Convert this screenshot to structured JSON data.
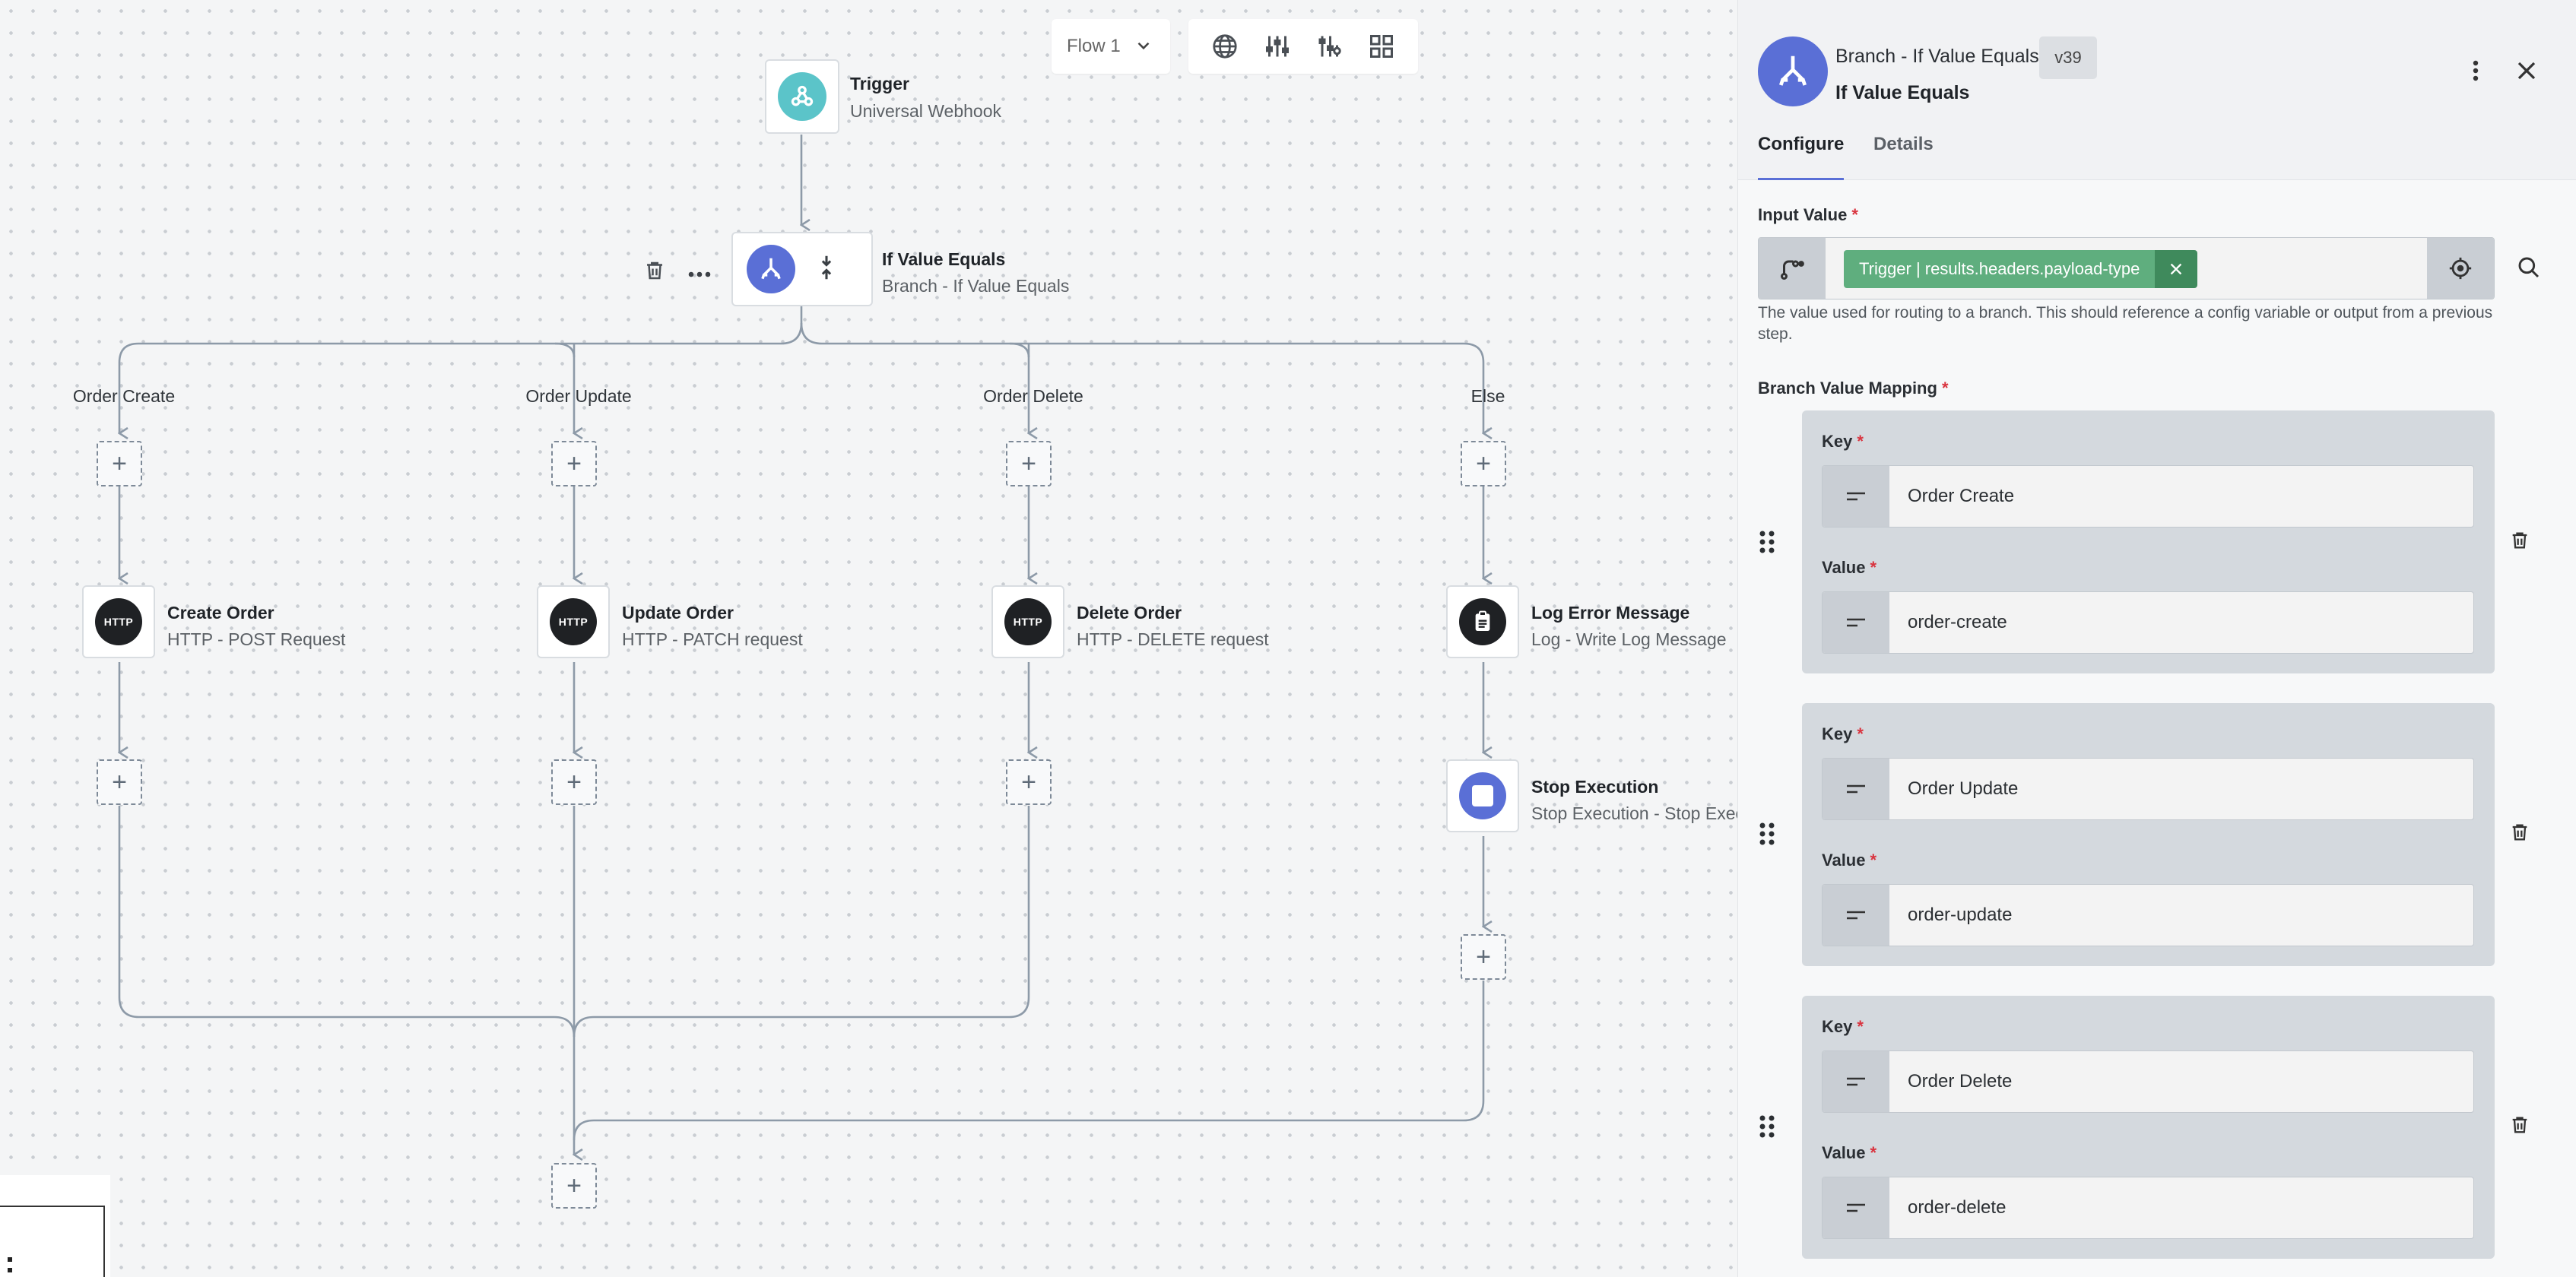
{
  "toolbar": {
    "flow_select": "Flow 1",
    "icons": [
      "globe-icon",
      "sliders-icon",
      "config-sliders-icon",
      "grid-icon"
    ]
  },
  "canvas": {
    "trigger": {
      "title": "Trigger",
      "subtitle": "Universal Webhook"
    },
    "branch": {
      "title": "If Value Equals",
      "subtitle": "Branch - If Value Equals"
    },
    "branches": [
      "Order Create",
      "Order Update",
      "Order Delete",
      "Else"
    ],
    "steps": [
      {
        "title": "Create Order",
        "subtitle": "HTTP - POST Request",
        "icon_text": "HTTP"
      },
      {
        "title": "Update Order",
        "subtitle": "HTTP - PATCH request",
        "icon_text": "HTTP"
      },
      {
        "title": "Delete Order",
        "subtitle": "HTTP - DELETE request",
        "icon_text": "HTTP"
      },
      {
        "title": "Log Error Message",
        "subtitle": "Log - Write Log Message"
      }
    ],
    "stop": {
      "title": "Stop Execution",
      "subtitle": "Stop Execution - Stop Execution"
    },
    "plus": "+"
  },
  "panel": {
    "header": {
      "title": "Branch - If Value Equals",
      "version": "v39",
      "subtitle": "If Value Equals"
    },
    "tabs": [
      "Configure",
      "Details"
    ],
    "active_tab": "Configure",
    "input_value": {
      "label": "Input Value",
      "required": "*",
      "chip": "Trigger | results.headers.payload-type",
      "help": "The value used for routing to a branch. This should reference a config variable or output from a previous step."
    },
    "mapping": {
      "label": "Branch Value Mapping",
      "key_label": "Key",
      "value_label": "Value",
      "rows": [
        {
          "key": "Order Create",
          "value": "order-create"
        },
        {
          "key": "Order Update",
          "value": "order-update"
        },
        {
          "key": "Order Delete",
          "value": "order-delete"
        }
      ]
    }
  },
  "colors": {
    "accent": "#5a6fd6",
    "chip_green": "#5fae7e",
    "chip_green_dark": "#3f8a5c",
    "trigger_teal": "#5bc4c9",
    "wire": "#8d9aa8"
  }
}
